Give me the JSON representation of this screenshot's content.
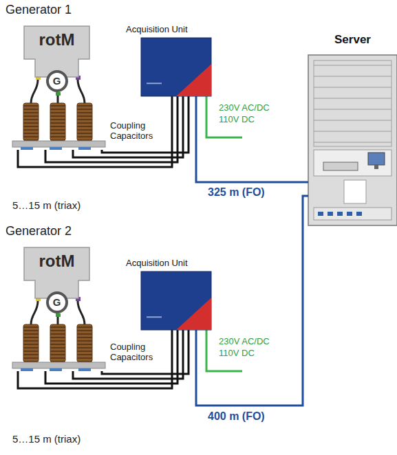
{
  "diagram": {
    "nodes": [
      {
        "text": [
          "rotM"
        ]
      },
      {
        "text": [
          "G"
        ],
        "in": 0
      },
      {
        "text": [
          "Acquisition Unit"
        ]
      },
      {
        "text": [
          "Server"
        ]
      },
      {
        "text": [
          "rotM"
        ]
      },
      {
        "text": [
          "G"
        ],
        "in": 4
      },
      {
        "text": [
          "Acquisition Unit"
        ]
      }
    ],
    "edges": [
      {
        "from": 2,
        "to": 3,
        "arrow": "none",
        "label": "325 m (FO)"
      },
      {
        "from": 6,
        "to": 3,
        "arrow": "none",
        "label": "400 m (FO)"
      }
    ],
    "labels": [
      "Generator 1",
      "230V AC/DC",
      "110V DC",
      "Coupling Capacitors",
      "5…15 m (triax)",
      "Generator 2",
      "230V AC/DC",
      "110V DC",
      "Coupling Capacitors",
      "5…15 m (triax)"
    ]
  }
}
